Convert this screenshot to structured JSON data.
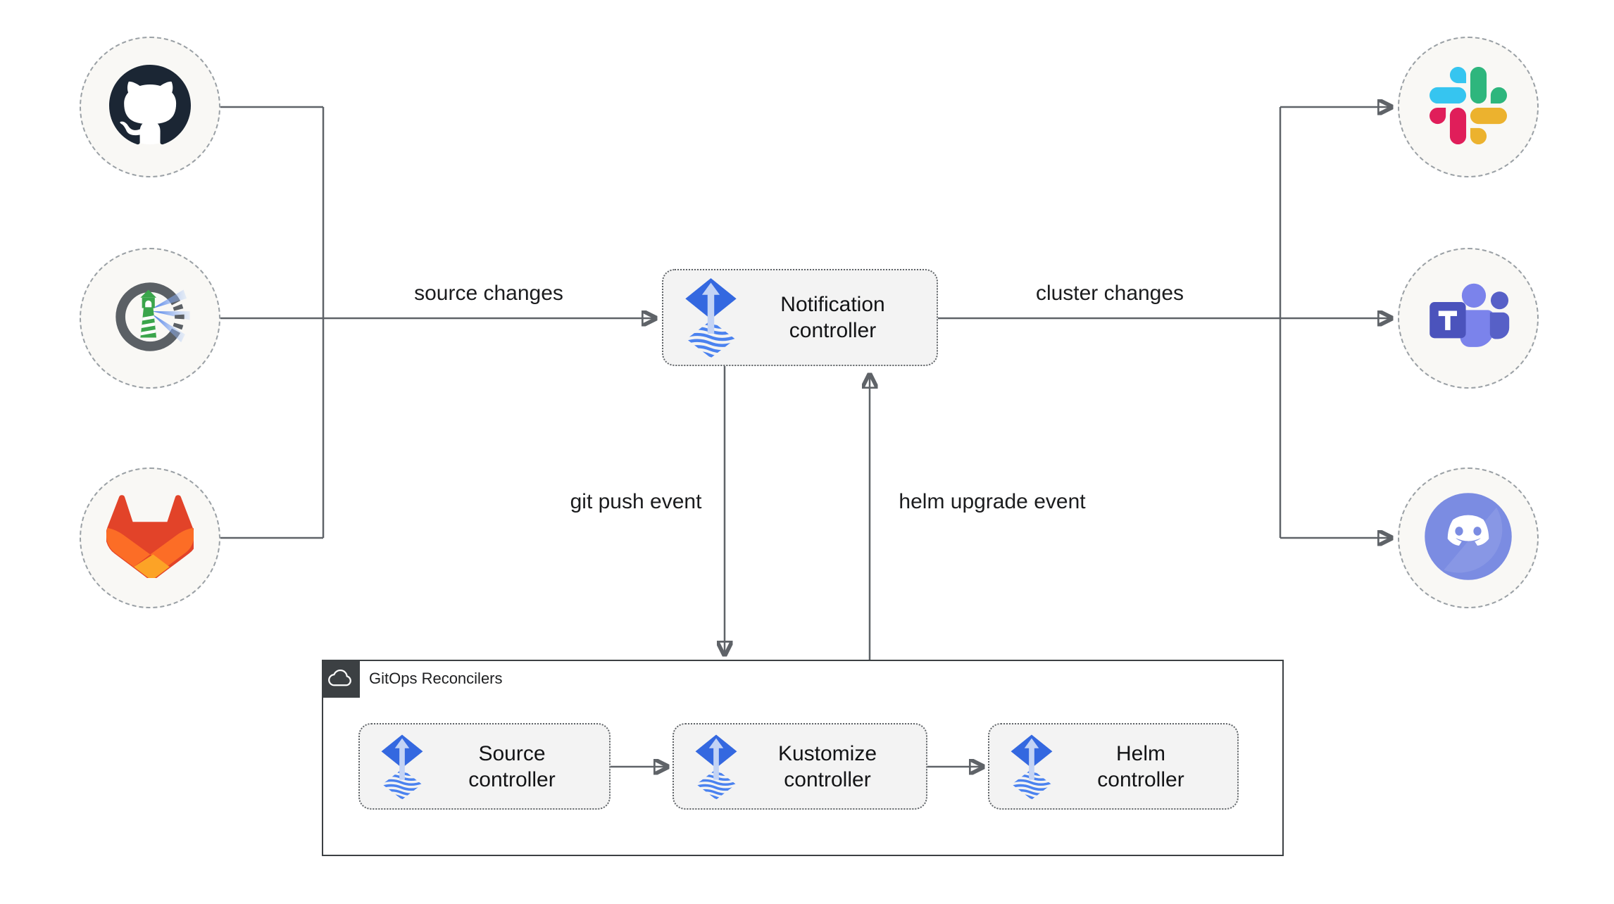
{
  "diagram_type": "flux-notification-architecture",
  "colors": {
    "connector": "#5f6368",
    "node_fill": "#f3f3f3",
    "node_border": "#606468",
    "circle_fill": "#f9f8f5",
    "circle_border": "#9aa0a5",
    "group_border": "#3c4043",
    "flux_diamond_blue": "#3468e0",
    "flux_wave_blue": "#4b82ef",
    "slack_blue": "#36C5F0",
    "slack_green": "#2EB67D",
    "slack_yellow": "#ECB22E",
    "slack_red": "#E01E5A",
    "teams_purple": "#4B53BC",
    "discord_blurple": "#7b8ce2",
    "gitlab_red": "#E24329",
    "gitlab_orange": "#FC6D26",
    "gitlab_yellow": "#FCA326",
    "github_dark": "#1b2634",
    "harbor_green": "#3aa54b"
  },
  "sources": [
    {
      "id": "github",
      "icon": "github-icon"
    },
    {
      "id": "harbor",
      "icon": "harbor-icon"
    },
    {
      "id": "gitlab",
      "icon": "gitlab-icon"
    }
  ],
  "alert_targets": [
    {
      "id": "slack",
      "icon": "slack-icon"
    },
    {
      "id": "teams",
      "icon": "microsoft-teams-icon"
    },
    {
      "id": "discord",
      "icon": "discord-icon"
    }
  ],
  "notification_controller": {
    "line1": "Notification",
    "line2": "controller"
  },
  "edge_labels": {
    "source_changes": "source changes",
    "cluster_changes": "cluster changes",
    "git_push_event": "git push event",
    "helm_upgrade_event": "helm upgrade event"
  },
  "reconcilers": {
    "title": "GitOps Reconcilers",
    "controllers": [
      {
        "line1": "Source",
        "line2": "controller"
      },
      {
        "line1": "Kustomize",
        "line2": "controller"
      },
      {
        "line1": "Helm",
        "line2": "controller"
      }
    ]
  }
}
